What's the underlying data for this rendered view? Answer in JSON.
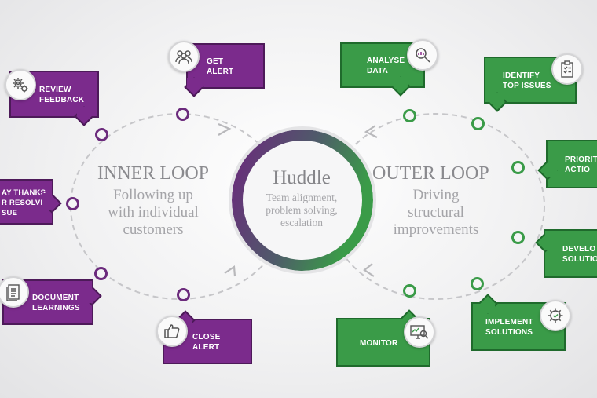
{
  "hub": {
    "title": "Huddle",
    "subtitle": "Team alignment,\nproblem solving,\nescalation",
    "colors": {
      "ring_purple": "#6b2a7c",
      "ring_green": "#3a9b48"
    }
  },
  "inner_loop": {
    "title": "INNER LOOP",
    "subtitle": "Following up\nwith individual\ncustomers",
    "color": "#7b2b8c",
    "steps": [
      {
        "label": "GET\nALERT",
        "icon": "people-group-icon"
      },
      {
        "label": "REVIEW\nFEEDBACK",
        "icon": "gears-icon"
      },
      {
        "label": "AY THANKS,\nR RESOLVE\nSUE",
        "icon": ""
      },
      {
        "label": "DOCUMENT\nLEARNINGS",
        "icon": "document-icon"
      },
      {
        "label": "CLOSE\nALERT",
        "icon": "thumbs-up-icon"
      }
    ]
  },
  "outer_loop": {
    "title": "OUTER LOOP",
    "subtitle": "Driving\nstructural\nimprovements",
    "color": "#3a9b48",
    "steps": [
      {
        "label": "ANALYSE\nDATA",
        "icon": "magnifier-chart-icon"
      },
      {
        "label": "IDENTIFY\nTOP ISSUES",
        "icon": "clipboard-checklist-icon"
      },
      {
        "label": "PRIORITI\nACTIO",
        "icon": ""
      },
      {
        "label": "DEVELO\nSOLUTIO",
        "icon": ""
      },
      {
        "label": "IMPLEMENT\nSOLUTIONS",
        "icon": "gear-check-icon"
      },
      {
        "label": "MONITOR",
        "icon": "monitor-search-icon"
      }
    ]
  }
}
